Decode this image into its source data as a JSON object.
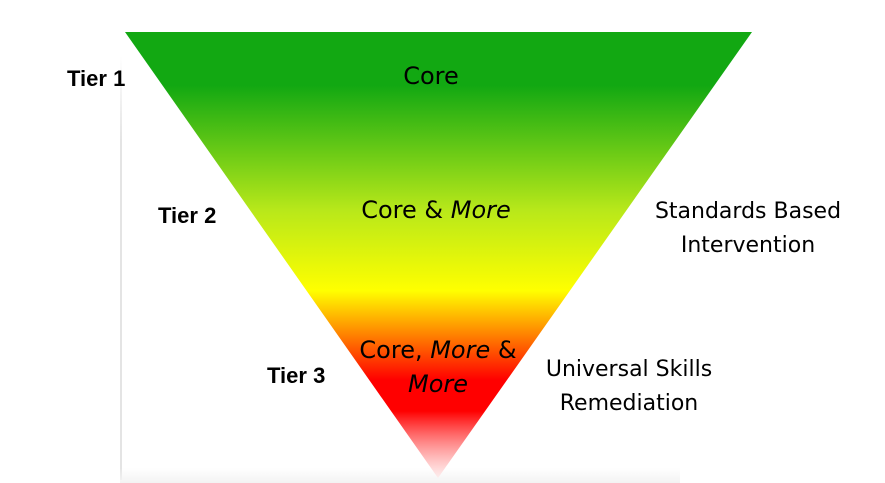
{
  "tiers": [
    {
      "label": "Tier 1"
    },
    {
      "label": "Tier 2"
    },
    {
      "label": "Tier 3"
    }
  ],
  "levels": {
    "core": "Core",
    "core_and_more": {
      "prefix": "Core & ",
      "emphasis": "More"
    },
    "core_more_more": {
      "line1_prefix": "Core, ",
      "line1_emphasis": "More",
      "line1_suffix": " &",
      "line2_emphasis": "More"
    }
  },
  "descriptions": {
    "standards": {
      "line1": "Standards Based",
      "line2": "Intervention"
    },
    "remediation": {
      "line1": "Universal Skills",
      "line2": "Remediation"
    }
  },
  "colors": {
    "green": "#12a812",
    "yellow_green": "#b8e81a",
    "yellow": "#ffff00",
    "orange": "#ff9a00",
    "red": "#ff0000",
    "fade": "#ffe6e6"
  }
}
